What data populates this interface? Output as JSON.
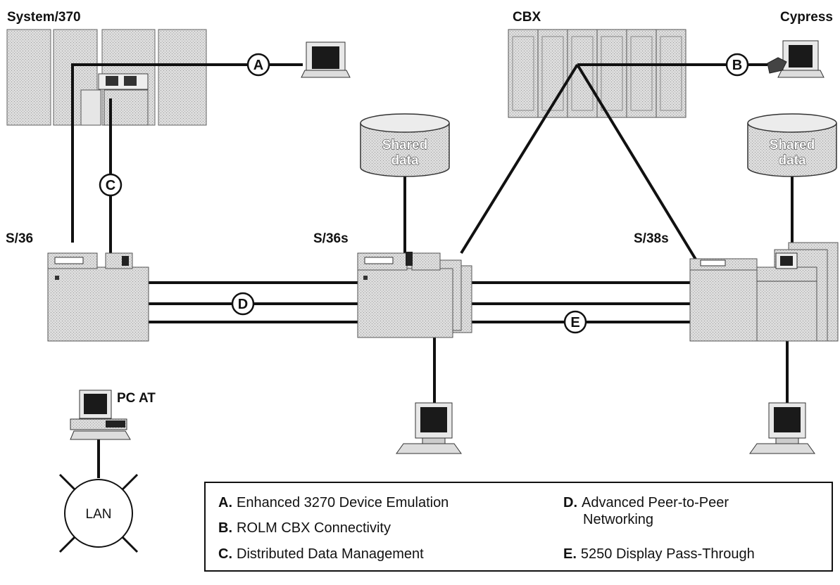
{
  "labels": {
    "system370": "System/370",
    "cbx": "CBX",
    "cypress": "Cypress",
    "s36": "S/36",
    "s36s": "S/36s",
    "s38s": "S/38s",
    "pc_at": "PC AT",
    "lan": "LAN",
    "shared_data_line1": "Shared",
    "shared_data_line2": "data"
  },
  "badges": {
    "a": "A",
    "b": "B",
    "c": "C",
    "d": "D",
    "e": "E"
  },
  "legend": {
    "a": {
      "key": "A.",
      "text": "Enhanced 3270 Device Emulation"
    },
    "b": {
      "key": "B.",
      "text": "ROLM CBX Connectivity"
    },
    "c": {
      "key": "C.",
      "text": "Distributed Data Management"
    },
    "d": {
      "key": "D.",
      "text": "Advanced Peer-to-Peer",
      "text2": "Networking"
    },
    "e": {
      "key": "E.",
      "text": "5250 Display Pass-Through"
    }
  },
  "colors": {
    "line": "#111111",
    "equipment": "#d6d6d6",
    "screen": "#1a1a1a"
  }
}
